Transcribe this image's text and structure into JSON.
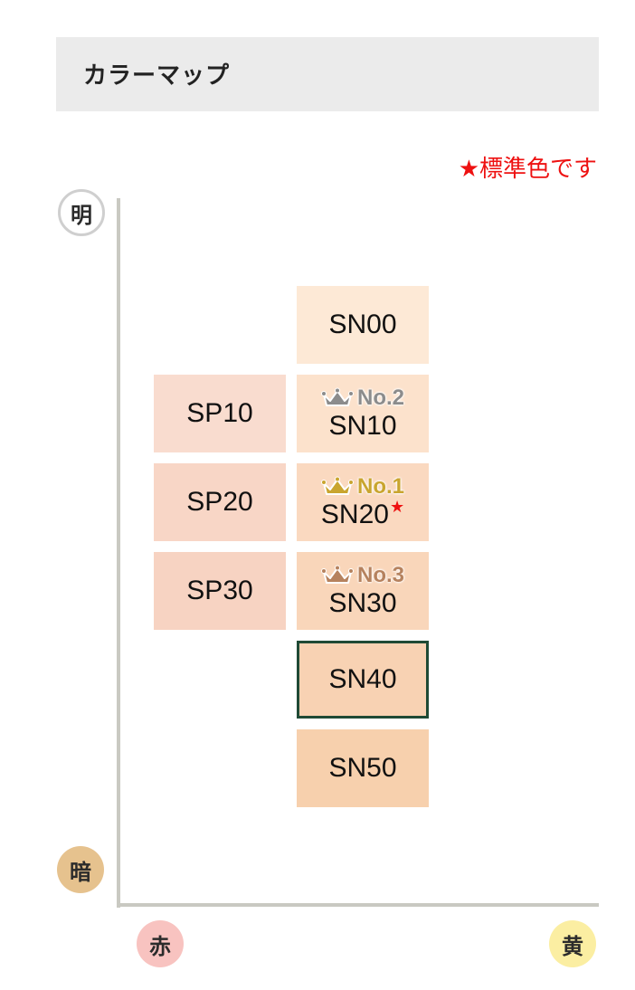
{
  "header": {
    "title": "カラーマップ"
  },
  "legend": {
    "note": "★標準色です"
  },
  "axes": {
    "top_label": "明",
    "bottom_label": "暗",
    "left_label": "赤",
    "right_label": "黄"
  },
  "colors": {
    "SN00": "#fde9d6",
    "SN10": "#fce2cc",
    "SN20": "#fad9c0",
    "SN30": "#f9d6ba",
    "SN40": "#f8d2b3",
    "SN50": "#f7d0ad",
    "SP10": "#f9dccf",
    "SP20": "#f8d6c6",
    "SP30": "#f7d3c2",
    "rank1": "#c9a52f",
    "rank2": "#8c8c8c",
    "rank3": "#b6825e",
    "selected_border": "#1f4a35",
    "standard_star": "#ee1111"
  },
  "swatches": {
    "sn00": {
      "label": "SN00"
    },
    "sn10": {
      "label": "SN10",
      "rank": "No.2"
    },
    "sn20": {
      "label": "SN20",
      "rank": "No.1",
      "mark": "★"
    },
    "sn30": {
      "label": "SN30",
      "rank": "No.3"
    },
    "sn40": {
      "label": "SN40"
    },
    "sn50": {
      "label": "SN50"
    },
    "sp10": {
      "label": "SP10"
    },
    "sp20": {
      "label": "SP20"
    },
    "sp30": {
      "label": "SP30"
    }
  },
  "icons": {
    "rank": "crown-icon"
  }
}
